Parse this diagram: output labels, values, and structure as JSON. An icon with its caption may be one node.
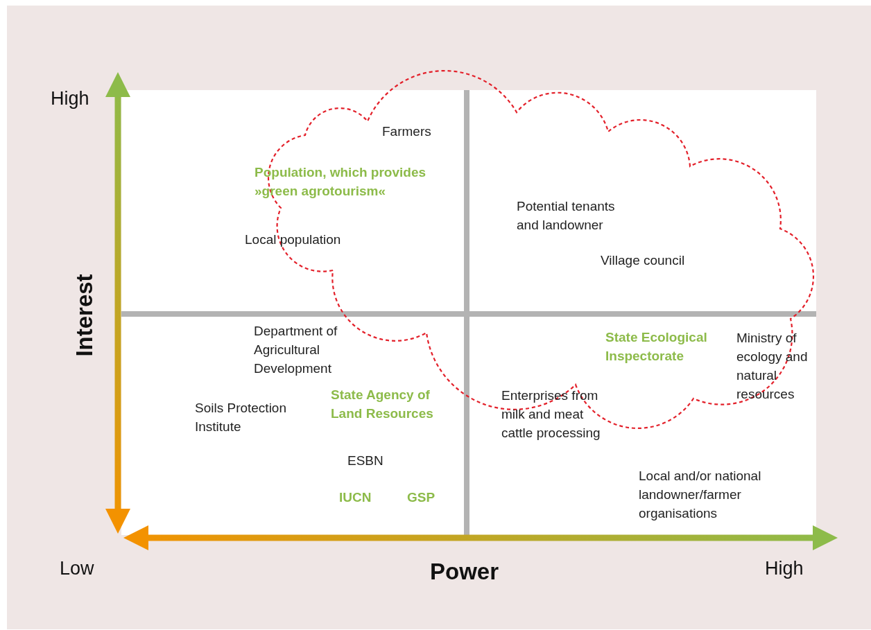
{
  "diagram": {
    "labels": [
      "High",
      "Farmers",
      "Population, which provides »green agrotourism«",
      "Potential tenants and landowner",
      "Local population",
      "Village council",
      "Interest",
      "Department of Agricultural Development",
      "State Ecological Inspectorate",
      "Ministry of ecology and natural resources",
      "Enterprises from milk and meat cattle processing",
      "Soils Protection Institute",
      "State Agency of Land Resources",
      "ESBN",
      "Local and/or national landowner/farmer organisations",
      "IUCN",
      "GSP",
      "Low",
      "Power",
      "High"
    ]
  }
}
